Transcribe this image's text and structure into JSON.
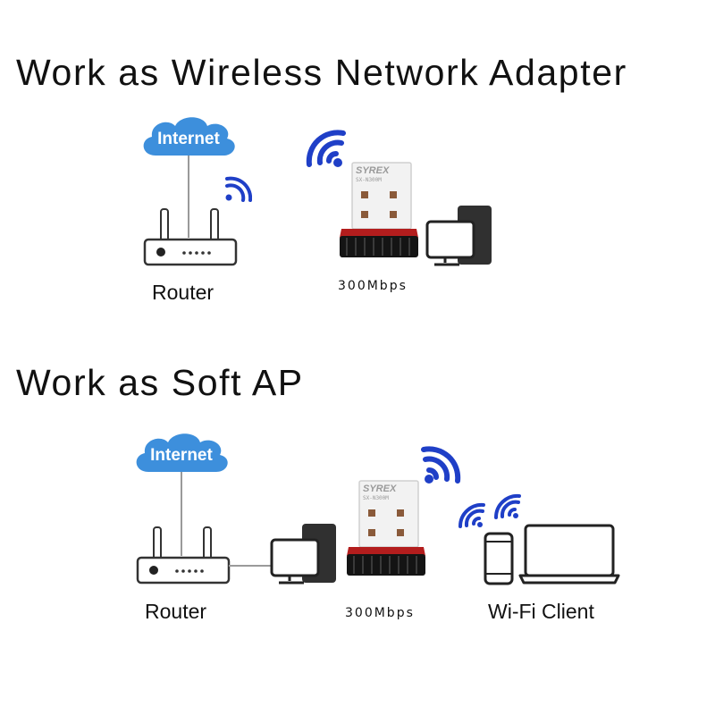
{
  "sections": [
    {
      "title": "Work as Wireless Network Adapter",
      "cloud_label": "Internet",
      "router_label": "Router",
      "speed_label": "300Mbps",
      "adapter_brand": "SYREX",
      "adapter_model": "SX-N300M"
    },
    {
      "title": "Work as Soft AP",
      "cloud_label": "Internet",
      "router_label": "Router",
      "speed_label": "300Mbps",
      "adapter_brand": "SYREX",
      "adapter_model": "SX-N300M",
      "client_label": "Wi-Fi Client"
    }
  ],
  "colors": {
    "cloud": "#3d8fdc",
    "wifi": "#1f3fc7",
    "device_outline": "#333333",
    "router_body": "#ffffff"
  },
  "icons": [
    "internet-cloud-icon",
    "router-icon",
    "wifi-signal-icon",
    "usb-adapter-icon",
    "desktop-computer-icon",
    "smartphone-icon",
    "laptop-icon"
  ]
}
